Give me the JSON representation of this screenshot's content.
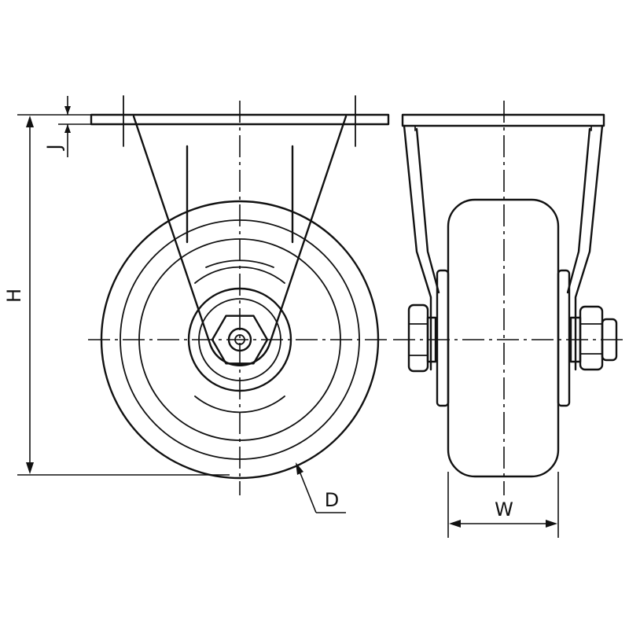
{
  "labels": {
    "height": "H",
    "plate_offset": "J",
    "diameter": "D",
    "width": "W"
  }
}
